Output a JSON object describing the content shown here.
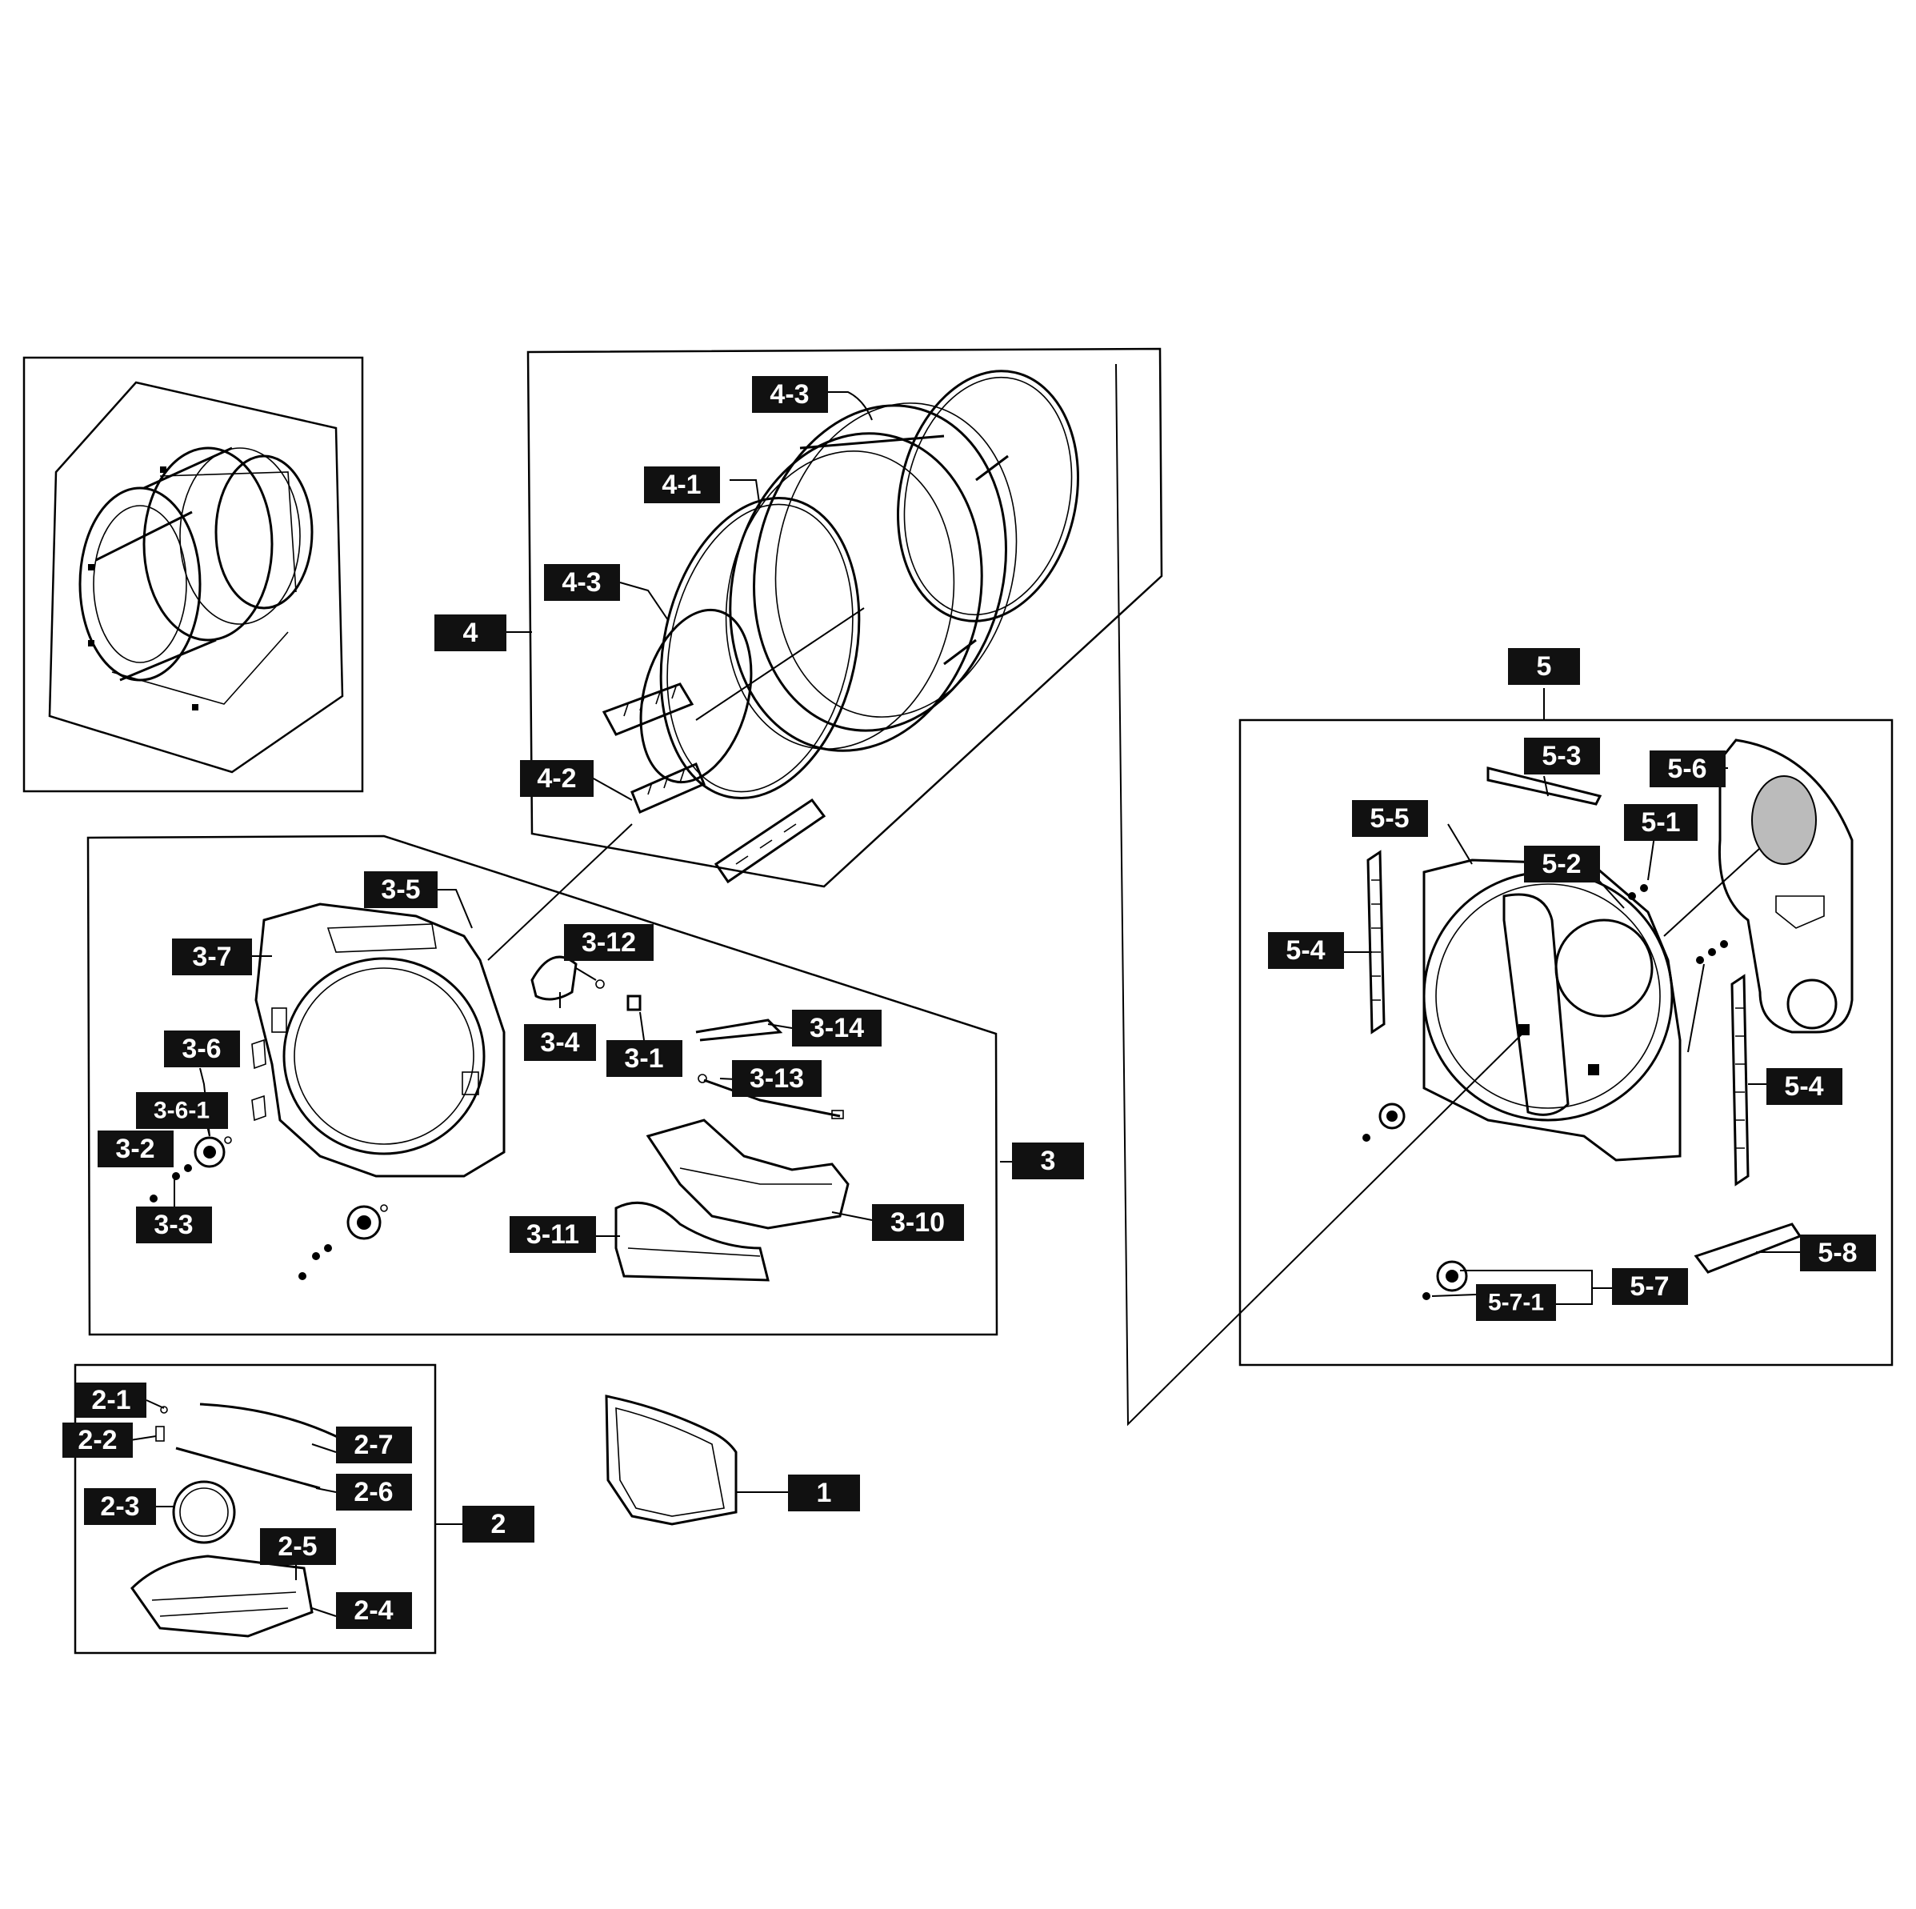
{
  "labels": {
    "l1": "1",
    "l2": "2",
    "l2_1": "2-1",
    "l2_2": "2-2",
    "l2_3": "2-3",
    "l2_4": "2-4",
    "l2_5": "2-5",
    "l2_6": "2-6",
    "l2_7": "2-7",
    "l3": "3",
    "l3_1": "3-1",
    "l3_2": "3-2",
    "l3_3": "3-3",
    "l3_4": "3-4",
    "l3_5": "3-5",
    "l3_6": "3-6",
    "l3_6_1": "3-6-1",
    "l3_7": "3-7",
    "l3_10": "3-10",
    "l3_11": "3-11",
    "l3_12": "3-12",
    "l3_13": "3-13",
    "l3_14": "3-14",
    "l4": "4",
    "l4_1": "4-1",
    "l4_2": "4-2",
    "l4_3a": "4-3",
    "l4_3b": "4-3",
    "l5": "5",
    "l5_1": "5-1",
    "l5_2": "5-2",
    "l5_3": "5-3",
    "l5_4a": "5-4",
    "l5_4b": "5-4",
    "l5_5": "5-5",
    "l5_6": "5-6",
    "l5_7": "5-7",
    "l5_7_1": "5-7-1",
    "l5_8": "5-8"
  },
  "palette": {
    "ink": "#000000",
    "label_fill": "#111111",
    "label_text": "#ffffff",
    "background": "#ffffff"
  }
}
